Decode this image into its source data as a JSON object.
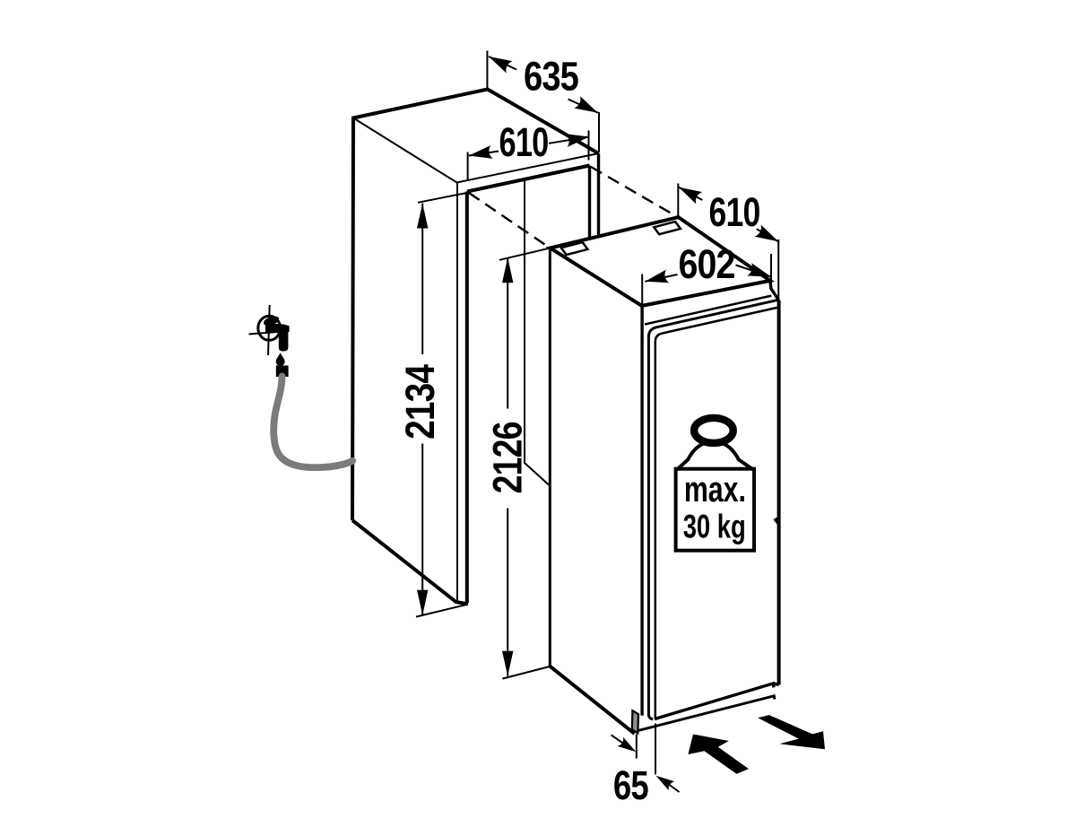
{
  "figure": {
    "type": "technical installation diagram (built-in appliance niche with appliance pulled out)",
    "background_color": "#ffffff",
    "line_color": "#000000",
    "hose_color": "#7b7b7b",
    "plinth_foot_color": "#8f8f8f"
  },
  "niche": {
    "depth_top_label": "635",
    "inner_width_label": "610",
    "outer_height_label": "2134",
    "inner_height_label": "2126"
  },
  "appliance": {
    "depth_top_label": "610",
    "width_top_label": "602",
    "plinth_label": "65",
    "door_badge_line1": "max.",
    "door_badge_line2": "30 kg"
  },
  "icons": {
    "water-tap-icon": "water tap with crosshair connection point",
    "water-drop-icon": "water drop below tap",
    "hose-connector": "hose coupling block",
    "water-hose": "grey flexible hose to niche side wall",
    "hinge-bracket-left": "hinge bracket on appliance top rear edge",
    "hinge-bracket-right": "hinge bracket on appliance top rear edge",
    "weight-icon": "kettlebell weight symbol on door",
    "slide-in-arrow": "solid arrow pointing up-left (push appliance in)",
    "slide-out-arrow": "solid arrow pointing down-right (pull appliance out)"
  }
}
